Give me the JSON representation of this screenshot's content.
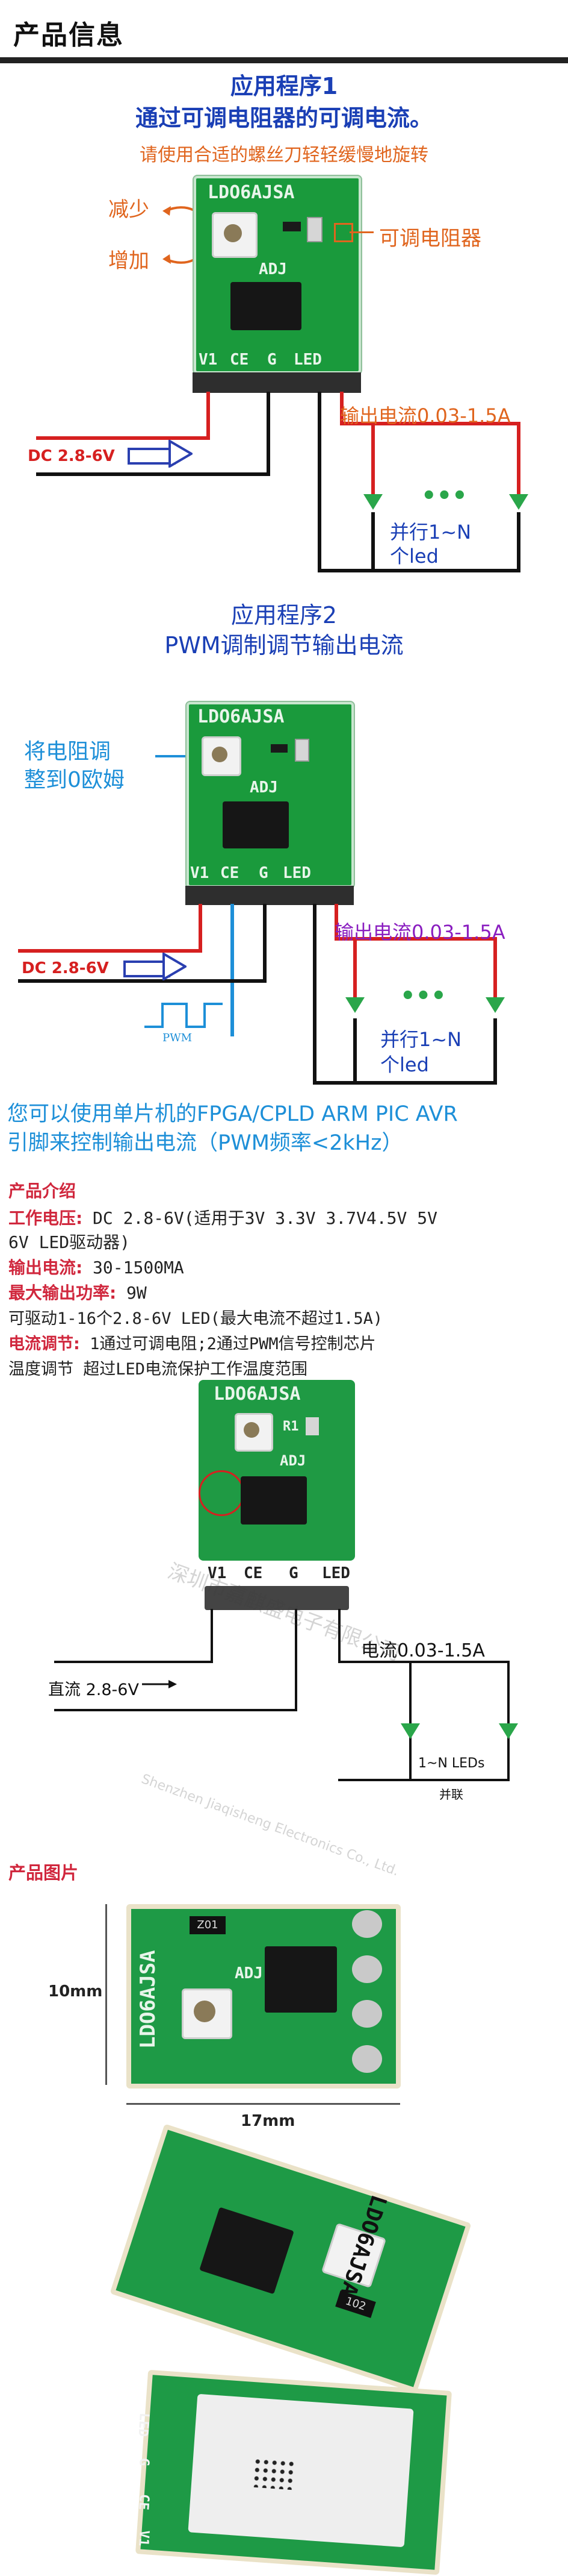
{
  "header": {
    "title": "产品信息"
  },
  "app1": {
    "title": "应用程序1",
    "subtitle": "通过可调电阻器的可调电流。",
    "hint": "请使用合适的螺丝刀轻轻缓慢地旋转",
    "decrease": "减少",
    "increase": "增加",
    "pot_label": "可调电阻器",
    "output": "输出电流0.03-1.5A",
    "dc": "DC 2.8-6V",
    "parallel": "并行1~N",
    "led_count": "个led",
    "dots": "•••"
  },
  "app2": {
    "title": "应用程序2",
    "subtitle": "PWM调制调节输出电流",
    "note_line1": "将电阻调",
    "note_line2": "整到0欧姆",
    "output": "输出电流0.03-1.5A",
    "dc": "DC 2.8-6V",
    "pwm": "PWM",
    "parallel": "并行1~N",
    "led_count": "个led",
    "dots": "•••",
    "footer_line1": "您可以使用单片机的FPGA/CPLD ARM PIC AVR",
    "footer_line2": "引脚来控制输出电流（PWM频率<2kHz）"
  },
  "board": {
    "name": "LDO6AJSA",
    "adj": "ADJ",
    "pins": [
      "V1",
      "CE",
      "G",
      "LED"
    ]
  },
  "specs": {
    "section": "产品介绍",
    "voltage_key": "工作电压:",
    "voltage_val": " DC 2.8-6V(适用于3V 3.3V 3.7V4.5V 5V",
    "voltage_val2": " 6V LED驱动器)",
    "current_key": "输出电流:",
    "current_val": " 30-1500MA",
    "power_key": "最大输出功率:",
    "power_val": " 9W",
    "drive": "可驱动1-16个2.8-6V LED(最大电流不超过1.5A)",
    "adjust_key": "电流调节:",
    "adjust_val": " 1通过可调电阻;2通过PWM信号控制芯片",
    "temp": "温度调节 超过LED电流保护工作温度范围"
  },
  "diagram3": {
    "board_name": "LDO6AJSA",
    "r1": "R1",
    "adj": "ADJ",
    "pins": [
      "V1",
      "CE",
      "G",
      "LED"
    ],
    "current": "电流0.03-1.5A",
    "dc": "直流 2.8-6V",
    "leds": "1~N LEDs",
    "parallel": "并联",
    "watermark_cn": "深圳市嘉麒盛电子有限公司",
    "watermark_en": "Shenzhen Jiaqisheng Electronics Co., Ltd."
  },
  "photos": {
    "section": "产品图片",
    "height": "10mm",
    "width": "17mm",
    "board_name": "LDO6AJSA",
    "code": "Z01",
    "r_code": "102",
    "adj": "ADJ",
    "pins": [
      "LED",
      "G",
      "CE",
      "V1"
    ]
  }
}
